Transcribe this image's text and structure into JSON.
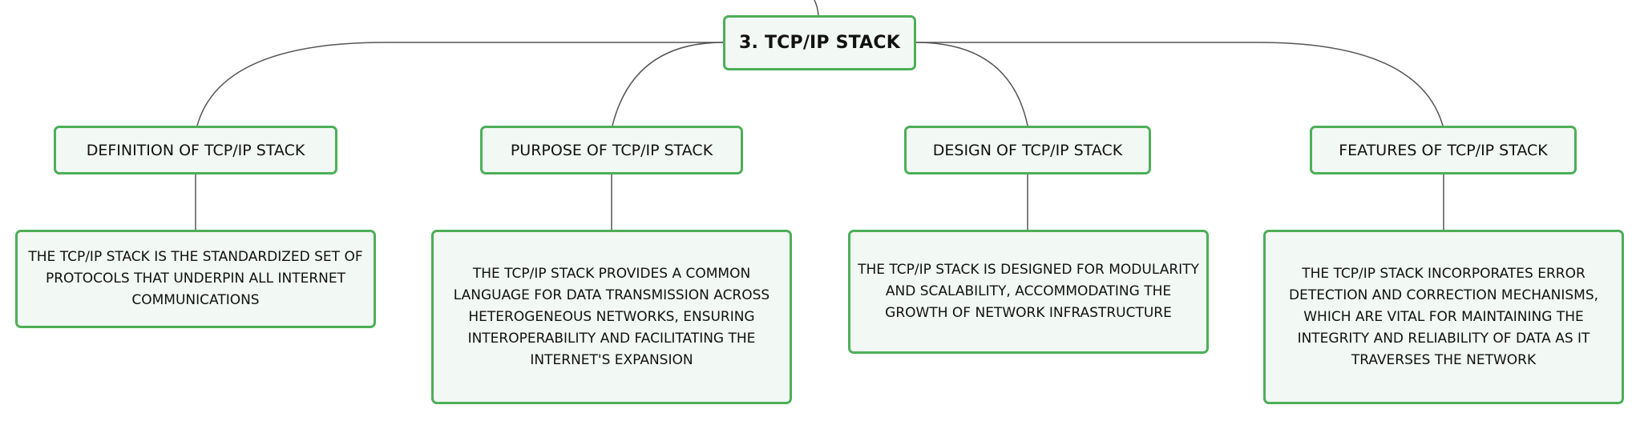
{
  "root": {
    "label": "3. TCP/IP STACK"
  },
  "branches": [
    {
      "header": "DEFINITION OF TCP/IP STACK",
      "detail": "THE TCP/IP STACK IS THE STANDARDIZED SET OF PROTOCOLS THAT UNDERPIN ALL INTERNET COMMUNICATIONS"
    },
    {
      "header": "PURPOSE OF TCP/IP STACK",
      "detail": "THE TCP/IP STACK PROVIDES A COMMON LANGUAGE FOR DATA TRANSMISSION ACROSS HETEROGENEOUS NETWORKS, ENSURING INTEROPERABILITY AND FACILITATING THE INTERNET'S EXPANSION"
    },
    {
      "header": "DESIGN OF TCP/IP STACK",
      "detail": "THE TCP/IP STACK IS DESIGNED FOR MODULARITY AND SCALABILITY, ACCOMMODATING THE GROWTH OF NETWORK INFRASTRUCTURE"
    },
    {
      "header": "FEATURES OF TCP/IP STACK",
      "detail": "THE TCP/IP STACK INCORPORATES ERROR DETECTION AND CORRECTION MECHANISMS, WHICH ARE VITAL FOR MAINTAINING THE INTEGRITY AND RELIABILITY OF DATA AS IT TRAVERSES THE NETWORK"
    }
  ],
  "colors": {
    "border": "#4caf58",
    "fill": "#f2f8f3",
    "line": "#555555"
  }
}
